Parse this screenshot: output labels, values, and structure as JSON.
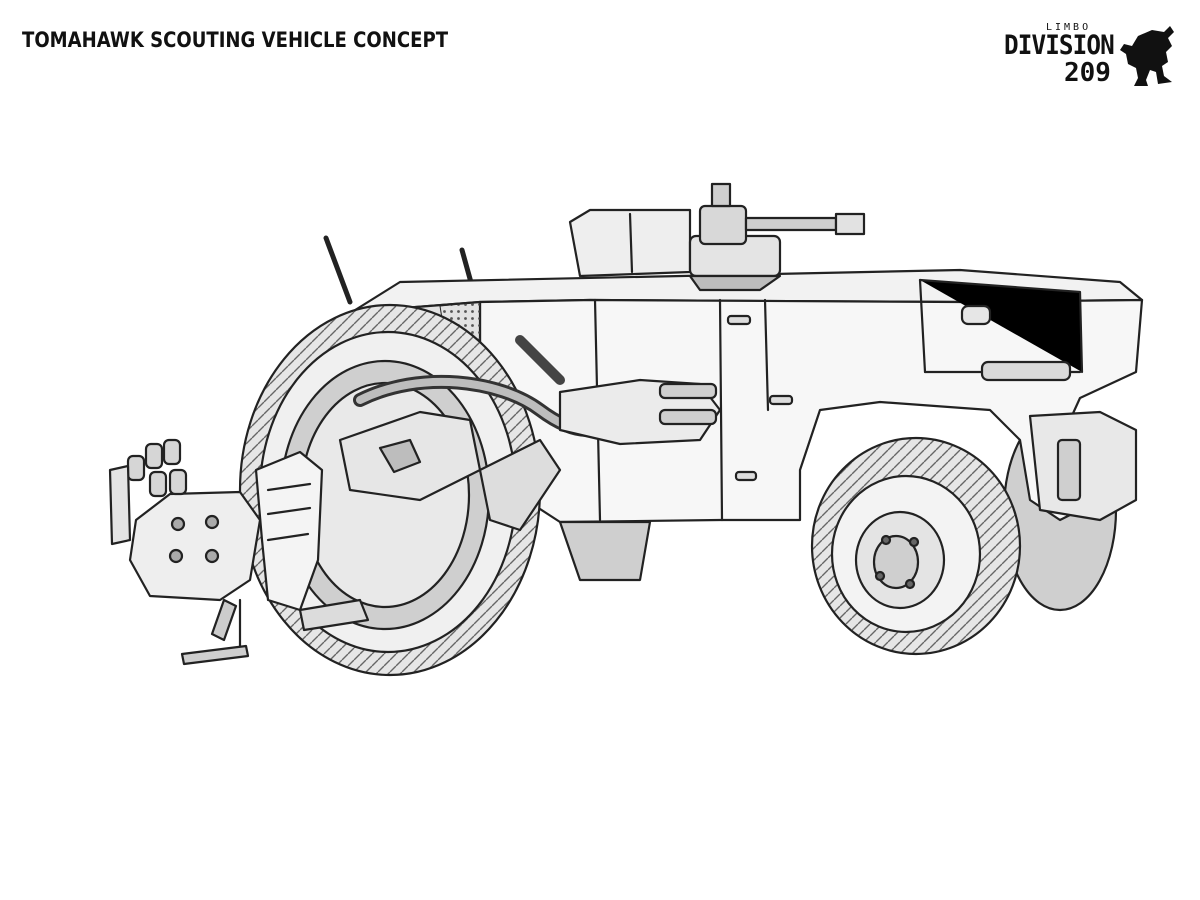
{
  "title": "TOMAHAWK SCOUTING VEHICLE CONCEPT",
  "logo": {
    "small": "LIMBO",
    "main": "DIVISION",
    "number": "209"
  },
  "illustration": {
    "subject": "scouting vehicle line drawing",
    "line_color": "#222222",
    "fill_light": "#f4f4f4",
    "fill_mid": "#d9d9d9",
    "fill_dark": "#9a9a9a"
  }
}
